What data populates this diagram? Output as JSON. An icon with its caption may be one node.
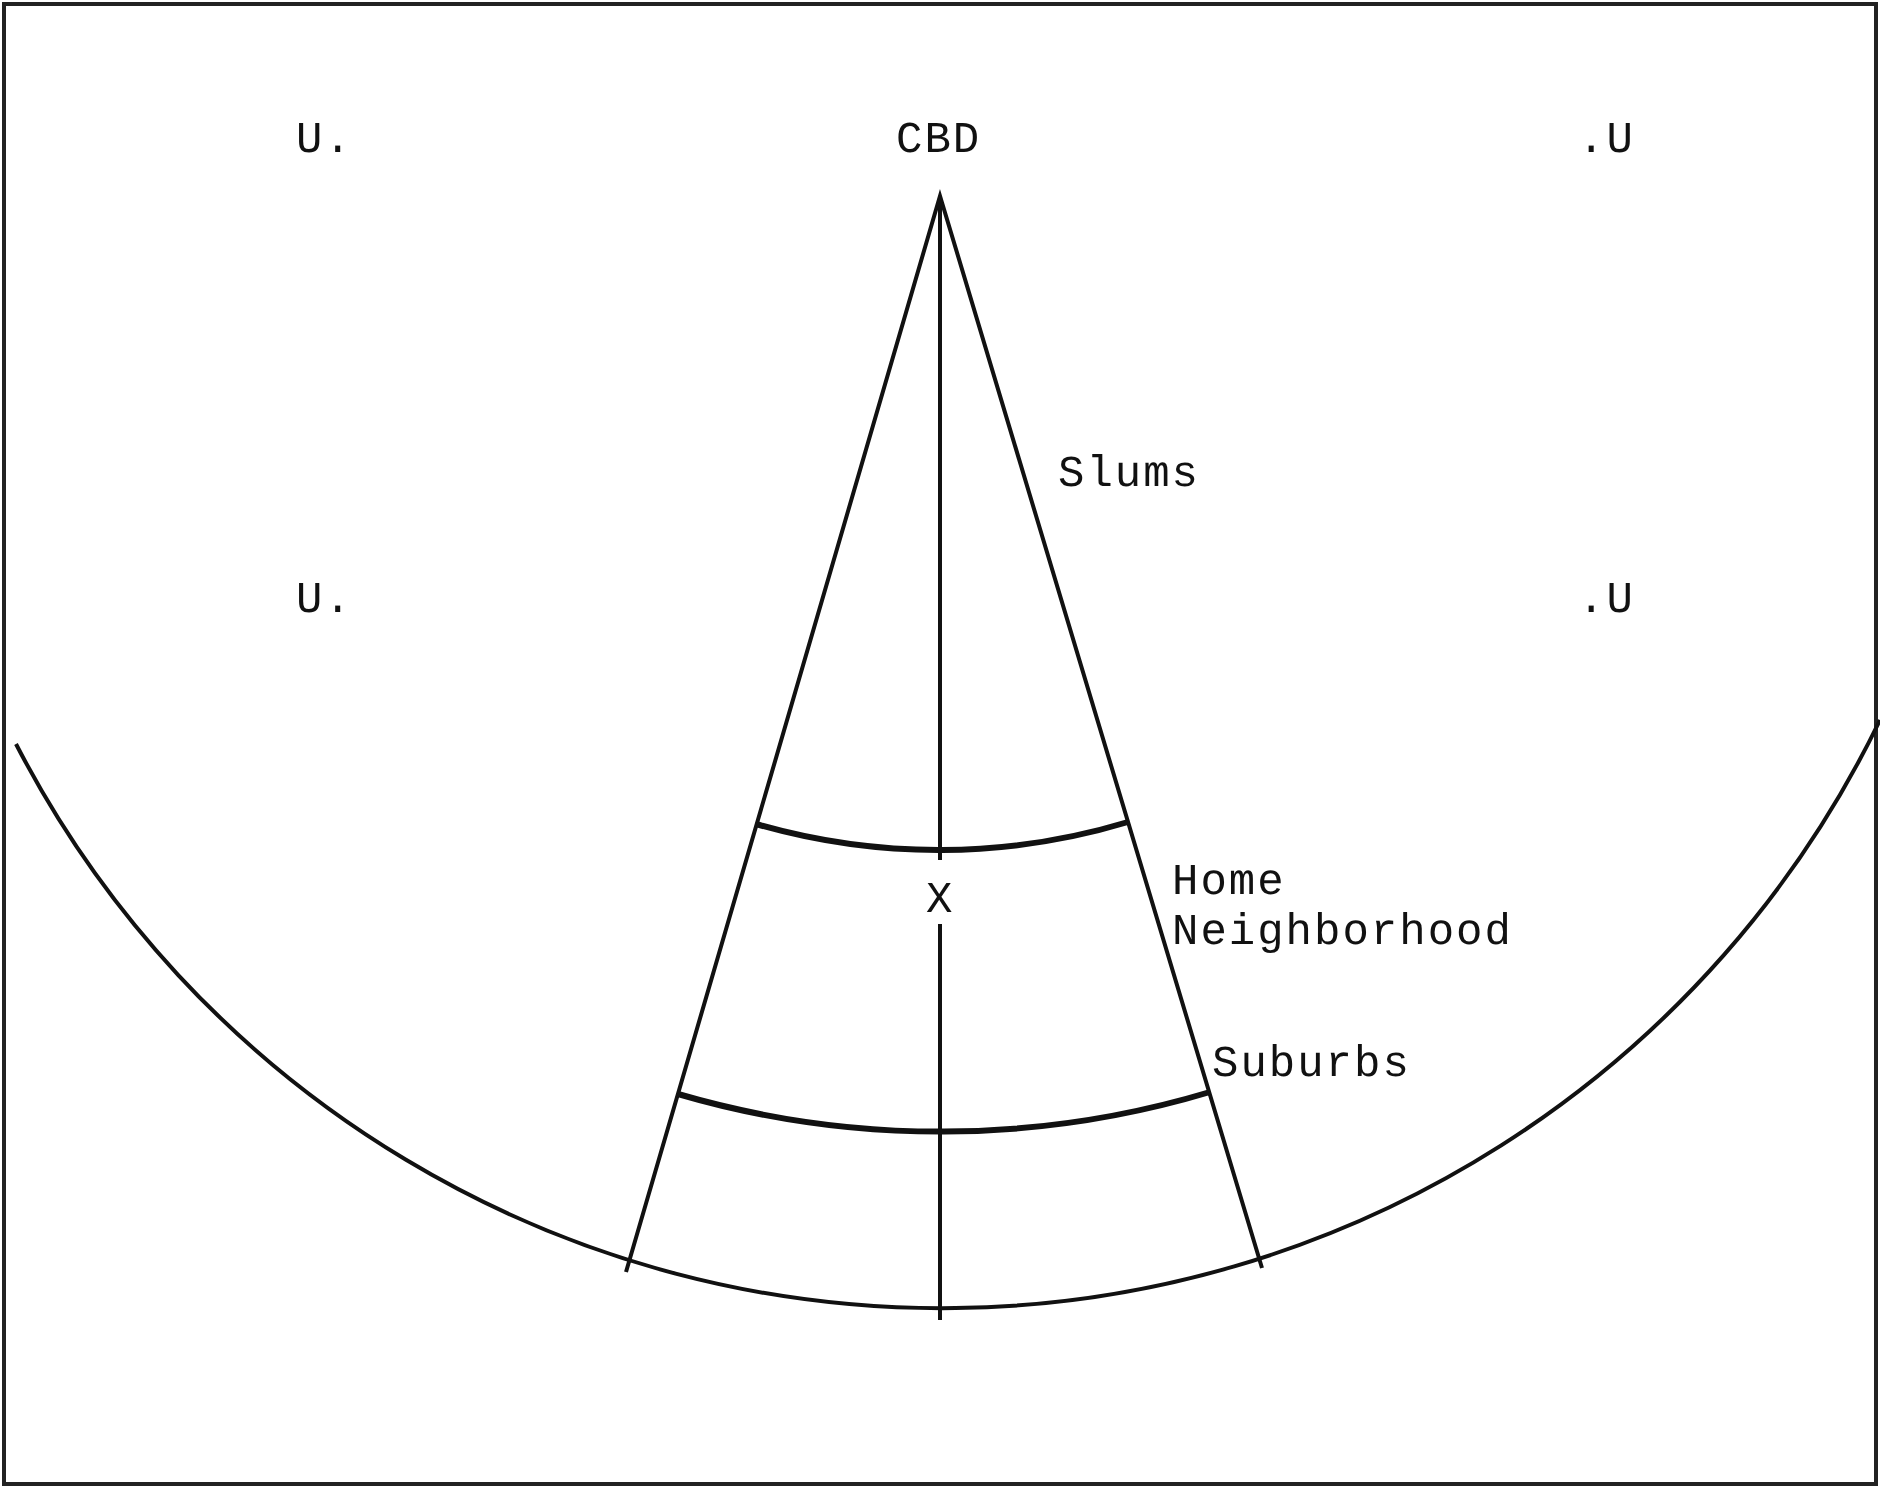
{
  "diagram": {
    "labels": [
      "U.",
      "CBD",
      ".U",
      "Slums",
      "U.",
      ".U",
      "Home Neighborhood",
      "X",
      "Suburbs"
    ]
  }
}
